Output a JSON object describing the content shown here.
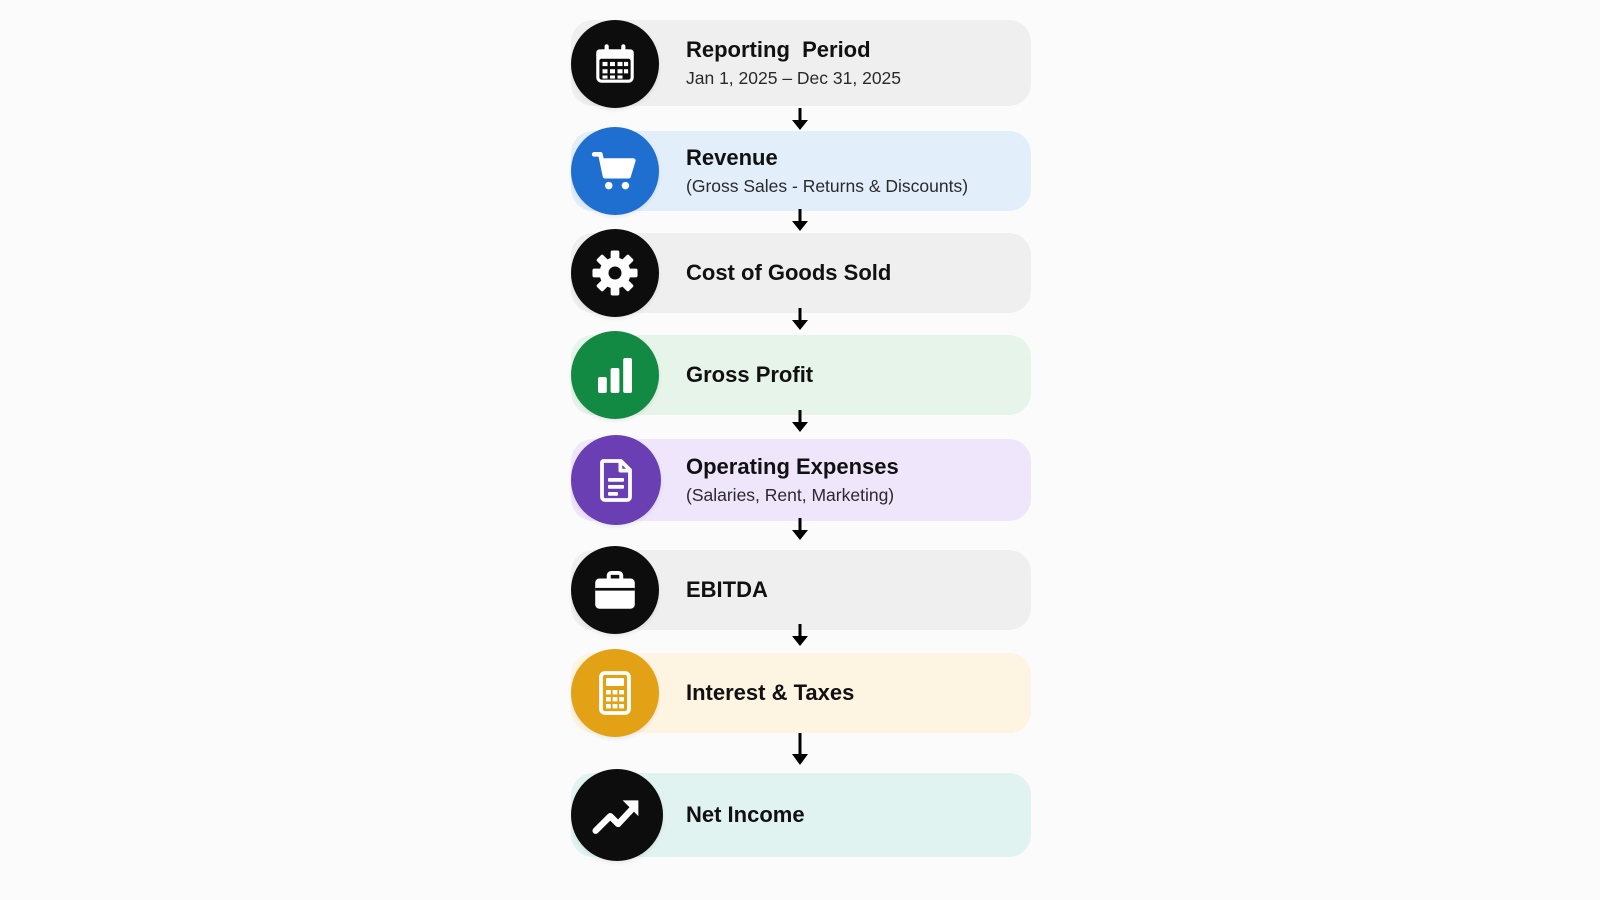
{
  "steps": [
    {
      "title": "Reporting  Period",
      "subtitle": "Jan 1, 2025 – Dec 31, 2025",
      "icon": "calendar-icon",
      "icon_color": "#0d0d0d",
      "card_color": "#efefef"
    },
    {
      "title": "Revenue",
      "subtitle": "(Gross Sales - Returns & Discounts)",
      "icon": "shopping-cart-icon",
      "icon_color": "#1f6fd1",
      "card_color": "#e3eefb"
    },
    {
      "title": "Cost of Goods Sold",
      "subtitle": "",
      "icon": "gear-icon",
      "icon_color": "#0d0d0d",
      "card_color": "#efefef"
    },
    {
      "title": "Gross Profit",
      "subtitle": "",
      "icon": "bar-chart-icon",
      "icon_color": "#138a44",
      "card_color": "#e6f4ea"
    },
    {
      "title": "Operating Expenses",
      "subtitle": "(Salaries, Rent, Marketing)",
      "icon": "document-icon",
      "icon_color": "#6a3fb3",
      "card_color": "#efe6fb"
    },
    {
      "title": "EBITDA",
      "subtitle": "",
      "icon": "briefcase-icon",
      "icon_color": "#0d0d0d",
      "card_color": "#efefef"
    },
    {
      "title": "Interest & Taxes",
      "subtitle": "",
      "icon": "calculator-icon",
      "icon_color": "#e3a215",
      "card_color": "#fdf4e2"
    },
    {
      "title": "Net Income",
      "subtitle": "",
      "icon": "trending-up-icon",
      "icon_color": "#0d0d0d",
      "card_color": "#e0f3f1"
    }
  ]
}
